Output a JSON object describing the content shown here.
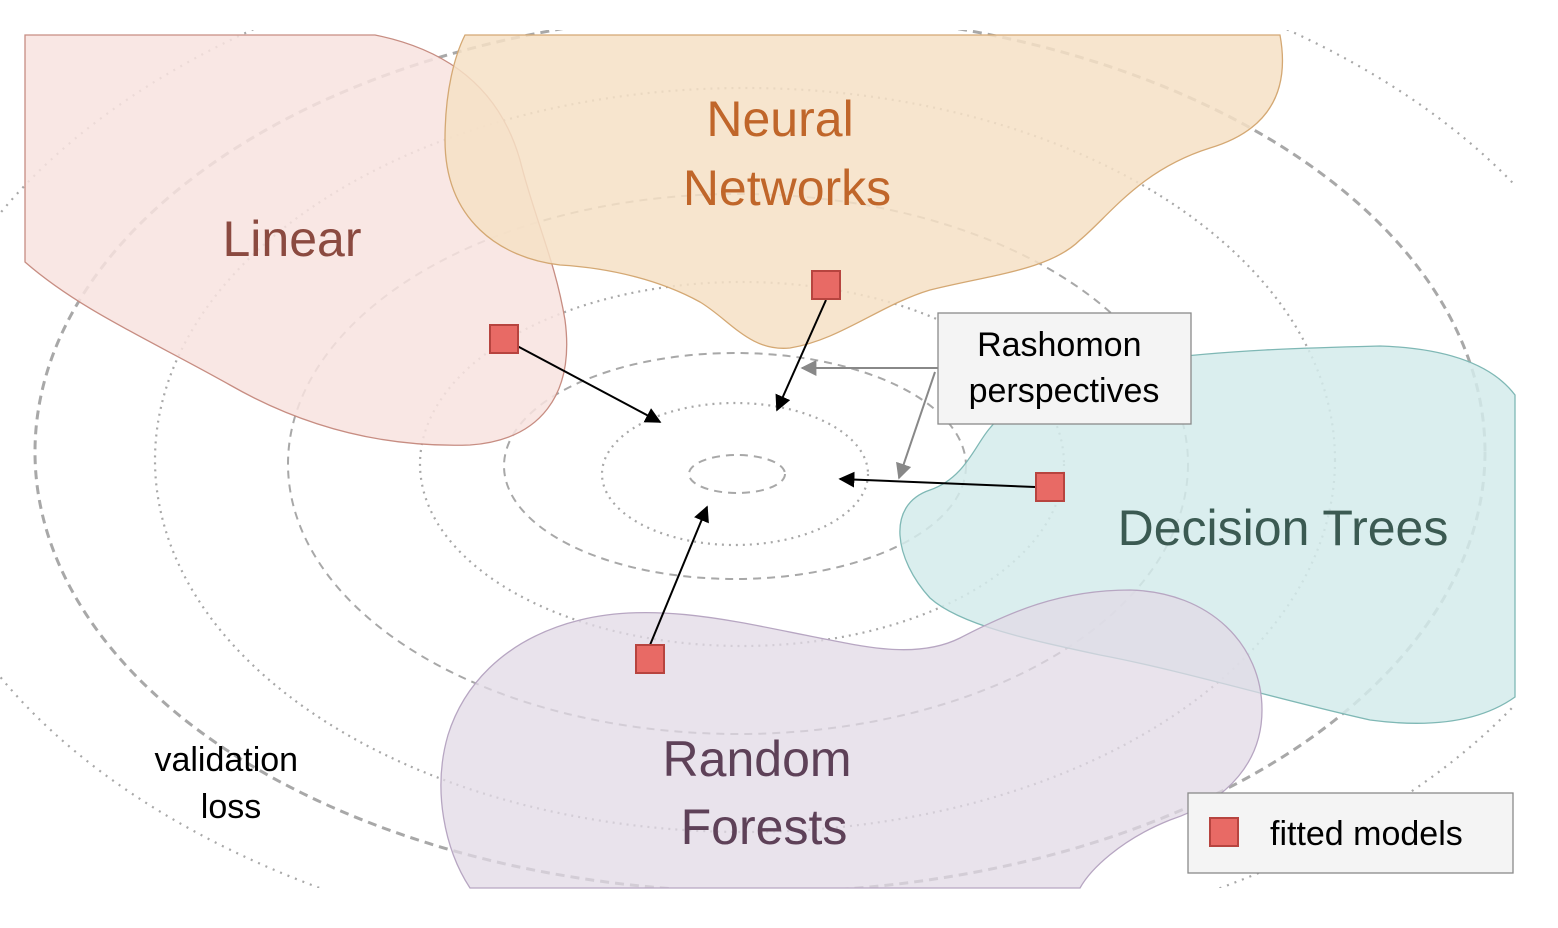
{
  "regions": {
    "linear": {
      "label": "Linear",
      "fill": "#f8e3df",
      "stroke": "#c78d82",
      "text_color": "#8b4a40"
    },
    "neural": {
      "label_lines": [
        "Neural",
        "Networks"
      ],
      "fill": "#f6e0c6",
      "stroke": "#d4a873",
      "text_color": "#c0662a"
    },
    "trees": {
      "label": "Decision Trees",
      "fill": "#d3ebeb",
      "stroke": "#7fb8b5",
      "text_color": "#3b5a52"
    },
    "forests": {
      "label_lines": [
        "Random",
        "Forests"
      ],
      "fill": "#e2d9e5",
      "stroke": "#b7a6c2",
      "text_color": "#5e4158"
    }
  },
  "annotations": {
    "rashomon": [
      "Rashomon",
      "perspectives"
    ],
    "validation": [
      "validation",
      "loss"
    ]
  },
  "legend": {
    "label": "fitted models",
    "marker_color": "#e86a65"
  },
  "colors": {
    "contour": "#a8a8a8",
    "marker_fill": "#e86a65",
    "marker_stroke": "#b7443f",
    "arrow": "#000000",
    "gray_arrow": "#888888"
  }
}
